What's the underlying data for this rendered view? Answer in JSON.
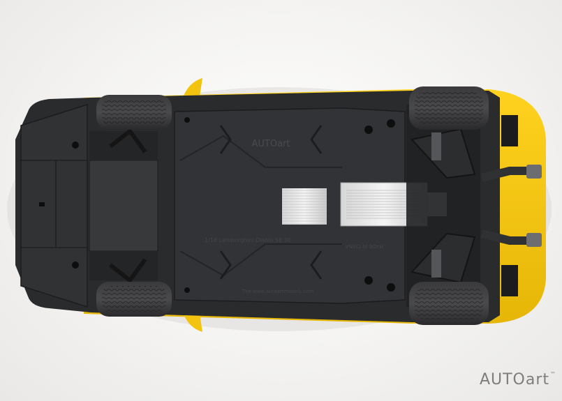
{
  "brand": {
    "logo_text": "AUTOart"
  },
  "model_markings": {
    "chassis_logo": "AUTOart",
    "marking_1": "1/18 Lamborghini Diablo SE 30",
    "marking_2": "MADE IN CHINA",
    "marking_3": "The www.autoartmodels.com"
  },
  "colors": {
    "body_yellow": "#f2c410",
    "underbody_black": "#2a2b2d",
    "background": "#f2f1ef",
    "logo_gray": "#7d7d7d"
  }
}
